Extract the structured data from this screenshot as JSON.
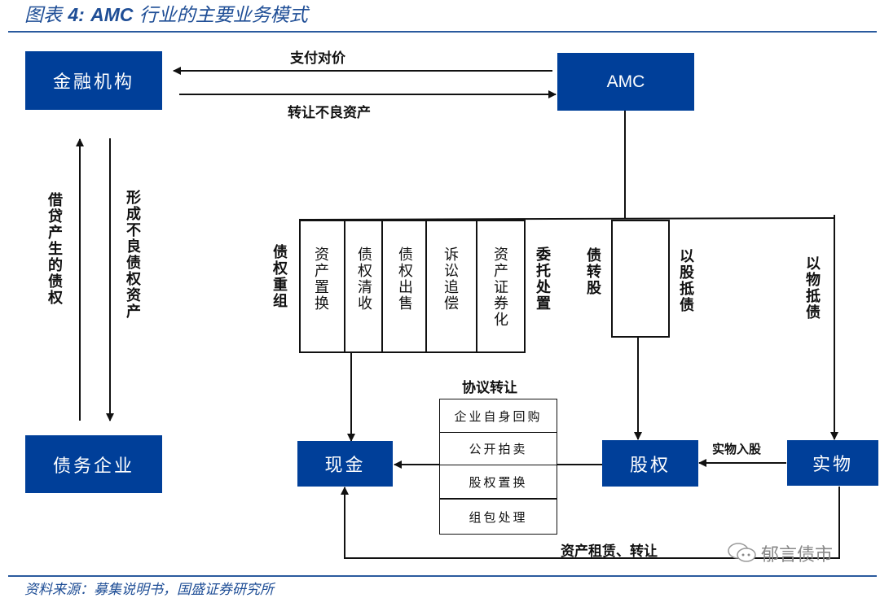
{
  "title": {
    "prefix": "图表",
    "number": "4:",
    "subject": "AMC",
    "rest": "行业的主要业务模式"
  },
  "nodes": {
    "financial_institution": "金融机构",
    "amc": "AMC",
    "debtor_enterprise": "债务企业",
    "cash": "现金",
    "equity": "股权",
    "physical_assets": "实物"
  },
  "edges": {
    "pay_consideration": "支付对价",
    "transfer_npl": "转让不良资产",
    "loan_creates_claim": "借贷产生的债权",
    "forms_npl": "形成不良债权资产",
    "in_kind_contribution": "实物入股",
    "lease_transfer": "资产租赁、转让"
  },
  "disposal_methods": {
    "debt_restructuring": "债权重组",
    "items": [
      "资产置换",
      "债权清收",
      "债权出售",
      "诉讼追偿",
      "资产证券化"
    ],
    "entrusted_disposal": "委托处置",
    "debt_to_equity": "债转股",
    "equity_for_debt": "以股抵债",
    "asset_for_debt": "以物抵债"
  },
  "agreement_transfer": {
    "label": "协议转让",
    "items": [
      "企业自身回购",
      "公开拍卖",
      "股权置换",
      "组包处理"
    ]
  },
  "source": "资料来源：募集说明书，国盛证券研究所",
  "watermark": "郁言债市",
  "colors": {
    "node_fill": "#003f99",
    "title": "#1f4e96",
    "rule": "#2a5a9e"
  }
}
